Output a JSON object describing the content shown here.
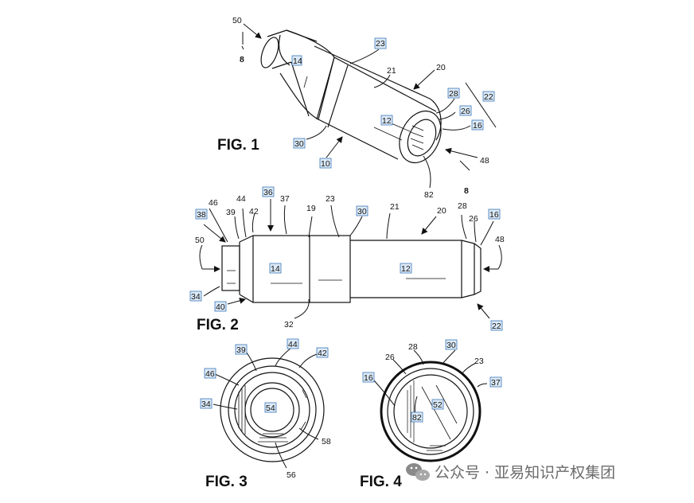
{
  "figures": {
    "fig1": "FIG. 1",
    "fig2": "FIG. 2",
    "fig3": "FIG. 3",
    "fig4": "FIG. 4"
  },
  "fig1_labels": {
    "n50": "50",
    "n8a": "8",
    "n14": "14",
    "n23": "23",
    "n21": "21",
    "n20": "20",
    "n28": "28",
    "n22": "22",
    "n26": "26",
    "n12": "12",
    "n16": "16",
    "n30": "30",
    "n10": "10",
    "n48": "48",
    "n82": "82",
    "n8b": "8"
  },
  "fig2_labels": {
    "n46": "46",
    "n44": "44",
    "n36": "36",
    "n37": "37",
    "n23": "23",
    "n38": "38",
    "n39": "39",
    "n42": "42",
    "n19": "19",
    "n30": "30",
    "n21": "21",
    "n20": "20",
    "n28": "28",
    "n26": "26",
    "n16": "16",
    "n50": "50",
    "n48": "48",
    "n14": "14",
    "n12": "12",
    "n34": "34",
    "n40": "40",
    "n32": "32",
    "n22": "22"
  },
  "fig3_labels": {
    "n39": "39",
    "n44": "44",
    "n42": "42",
    "n46": "46",
    "n34": "34",
    "n54": "54",
    "n58": "58",
    "n56": "56"
  },
  "fig4_labels": {
    "n28": "28",
    "n30": "30",
    "n26": "26",
    "n23": "23",
    "n37": "37",
    "n16": "16",
    "n52": "52",
    "n82": "82"
  },
  "watermark": {
    "text": "公众号 · 亚易知识产权集团",
    "icon": "wechat-icon"
  }
}
